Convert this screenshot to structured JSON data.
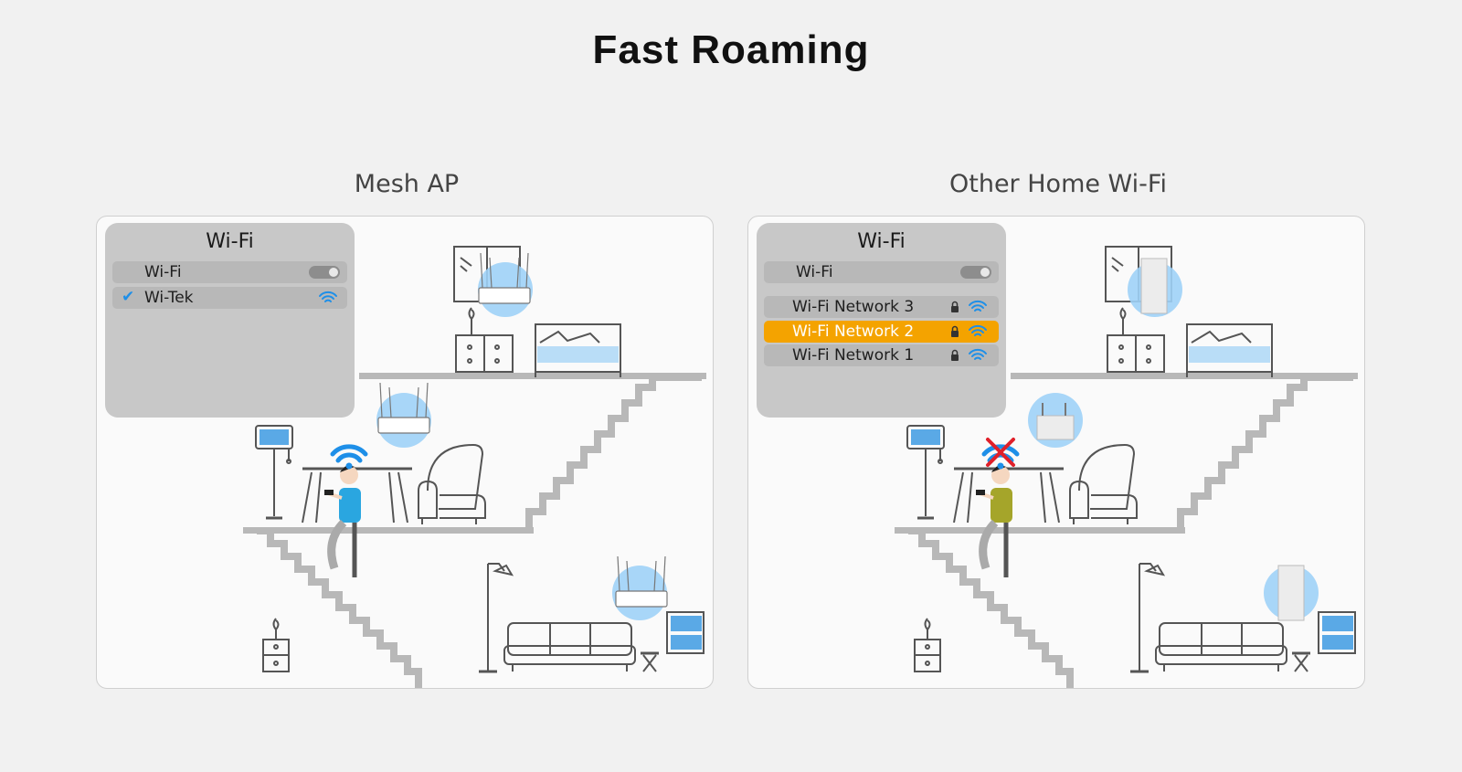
{
  "title": "Fast Roaming",
  "panels": {
    "mesh": {
      "title": "Mesh AP",
      "wifi_box": {
        "title": "Wi-Fi",
        "toggle_label": "Wi-Fi",
        "networks": [
          {
            "label": "Wi-Tek",
            "checked": true
          }
        ]
      }
    },
    "other": {
      "title": "Other Home Wi-Fi",
      "wifi_box": {
        "title": "Wi-Fi",
        "toggle_label": "Wi-Fi",
        "networks": [
          {
            "label": "Wi-Fi Network 3",
            "active": false
          },
          {
            "label": "Wi-Fi Network 2",
            "active": true
          },
          {
            "label": "Wi-Fi Network 1",
            "active": false
          }
        ]
      }
    }
  },
  "colors": {
    "wifi_blue": "#1e8fe8",
    "signal_glow": "#9fd2f7",
    "highlight": "#f4a300",
    "floor_gray": "#b8b8b8",
    "person_mesh_shirt": "#2aa6e0",
    "person_other_shirt": "#a5a52a",
    "no_signal": "#e0202a"
  },
  "icons": [
    "wifi-icon",
    "lock-icon",
    "check-icon",
    "toggle-icon",
    "router-icon",
    "cross-icon"
  ]
}
